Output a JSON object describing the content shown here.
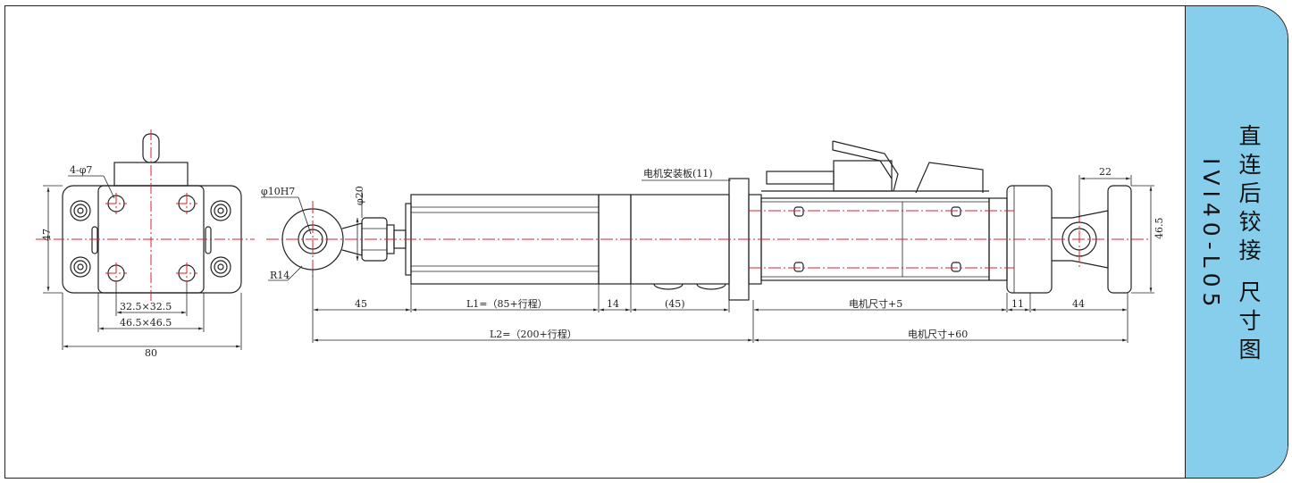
{
  "sidebar": {
    "title": "直连后铰接 尺寸图",
    "model": "IVI40-L05",
    "bg_color": "#87ceec"
  },
  "front_view": {
    "hole_label": "4-φ7",
    "height_label": "47",
    "inner_pattern_label": "32.5×32.5",
    "outer_pattern_label": "46.5×46.5",
    "width_label": "80"
  },
  "side_view": {
    "bore_label": "φ10H7",
    "rod_dia_label": "φ20",
    "radius_label": "R14",
    "motor_plate_label": "电机安装板(11)",
    "dims": {
      "d45": "45",
      "l1": "L1=（85+行程）",
      "d14": "14",
      "d_paren45": "(45)",
      "motor_plus5": "电机尺寸+5",
      "d11": "11",
      "d44": "44",
      "l2": "L2=（200+行程）",
      "motor_plus60": "电机尺寸+60",
      "d22": "22",
      "d46_5": "46.5"
    }
  },
  "colors": {
    "line": "#222222",
    "centerline": "#e0202a"
  }
}
